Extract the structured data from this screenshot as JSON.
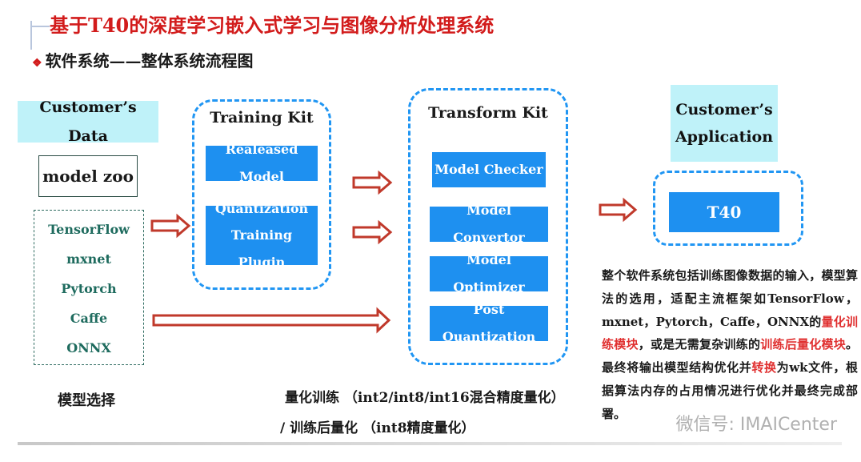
{
  "header": {
    "title": "基于T40的深度学习嵌入式学习与图像分析处理系统",
    "subtitle_bullet": "❖",
    "subtitle": "软件系统——整体系统流程图"
  },
  "customer_data": {
    "label": "Customer’s Data",
    "model_zoo": "model zoo",
    "frameworks": [
      "TensorFlow",
      "mxnet",
      "Pytorch",
      "Caffe",
      "ONNX"
    ],
    "caption": "模型选择"
  },
  "training_kit": {
    "title": "Training Kit",
    "items": [
      "Realeased Model",
      "Quantization Training Plugin"
    ]
  },
  "transform_kit": {
    "title": "Transform Kit",
    "items": [
      "Model Checker",
      "Model Convertor",
      "Model Optimizer",
      "Post Quantization"
    ]
  },
  "customer_application": {
    "label_line1": "Customer’s",
    "label_line2": "Application",
    "device": "T40"
  },
  "quant_notes": {
    "line1": "量化训练 （int2/int8/int16混合精度量化）",
    "line2": "/ 训练后量化 （int8精度量化）"
  },
  "description": {
    "part1": "整个软件系统包括训练图像数据的输入，模型算法的选用，适配主流框架如TensorFlow，mxnet，Pytorch，Caffe，ONNX的",
    "highlight1": "量化训练模块",
    "part2": "，或是无需复杂训练的",
    "highlight2": "训练后量化模块",
    "part3": "。最终将输出模型结构优化并",
    "highlight3": "转换",
    "part4": "为wk文件，根据算法内存的占用情况进行优化并最终完成部署。"
  },
  "watermark": "微信号: IMAICenter",
  "colors": {
    "title_red": "#d21b1b",
    "accent_blue": "#1e90f0",
    "dash_blue": "#2196f3",
    "label_cyan": "#bff2f9",
    "arrow_red": "#c0392b",
    "framework_green": "#1e6b5e"
  }
}
